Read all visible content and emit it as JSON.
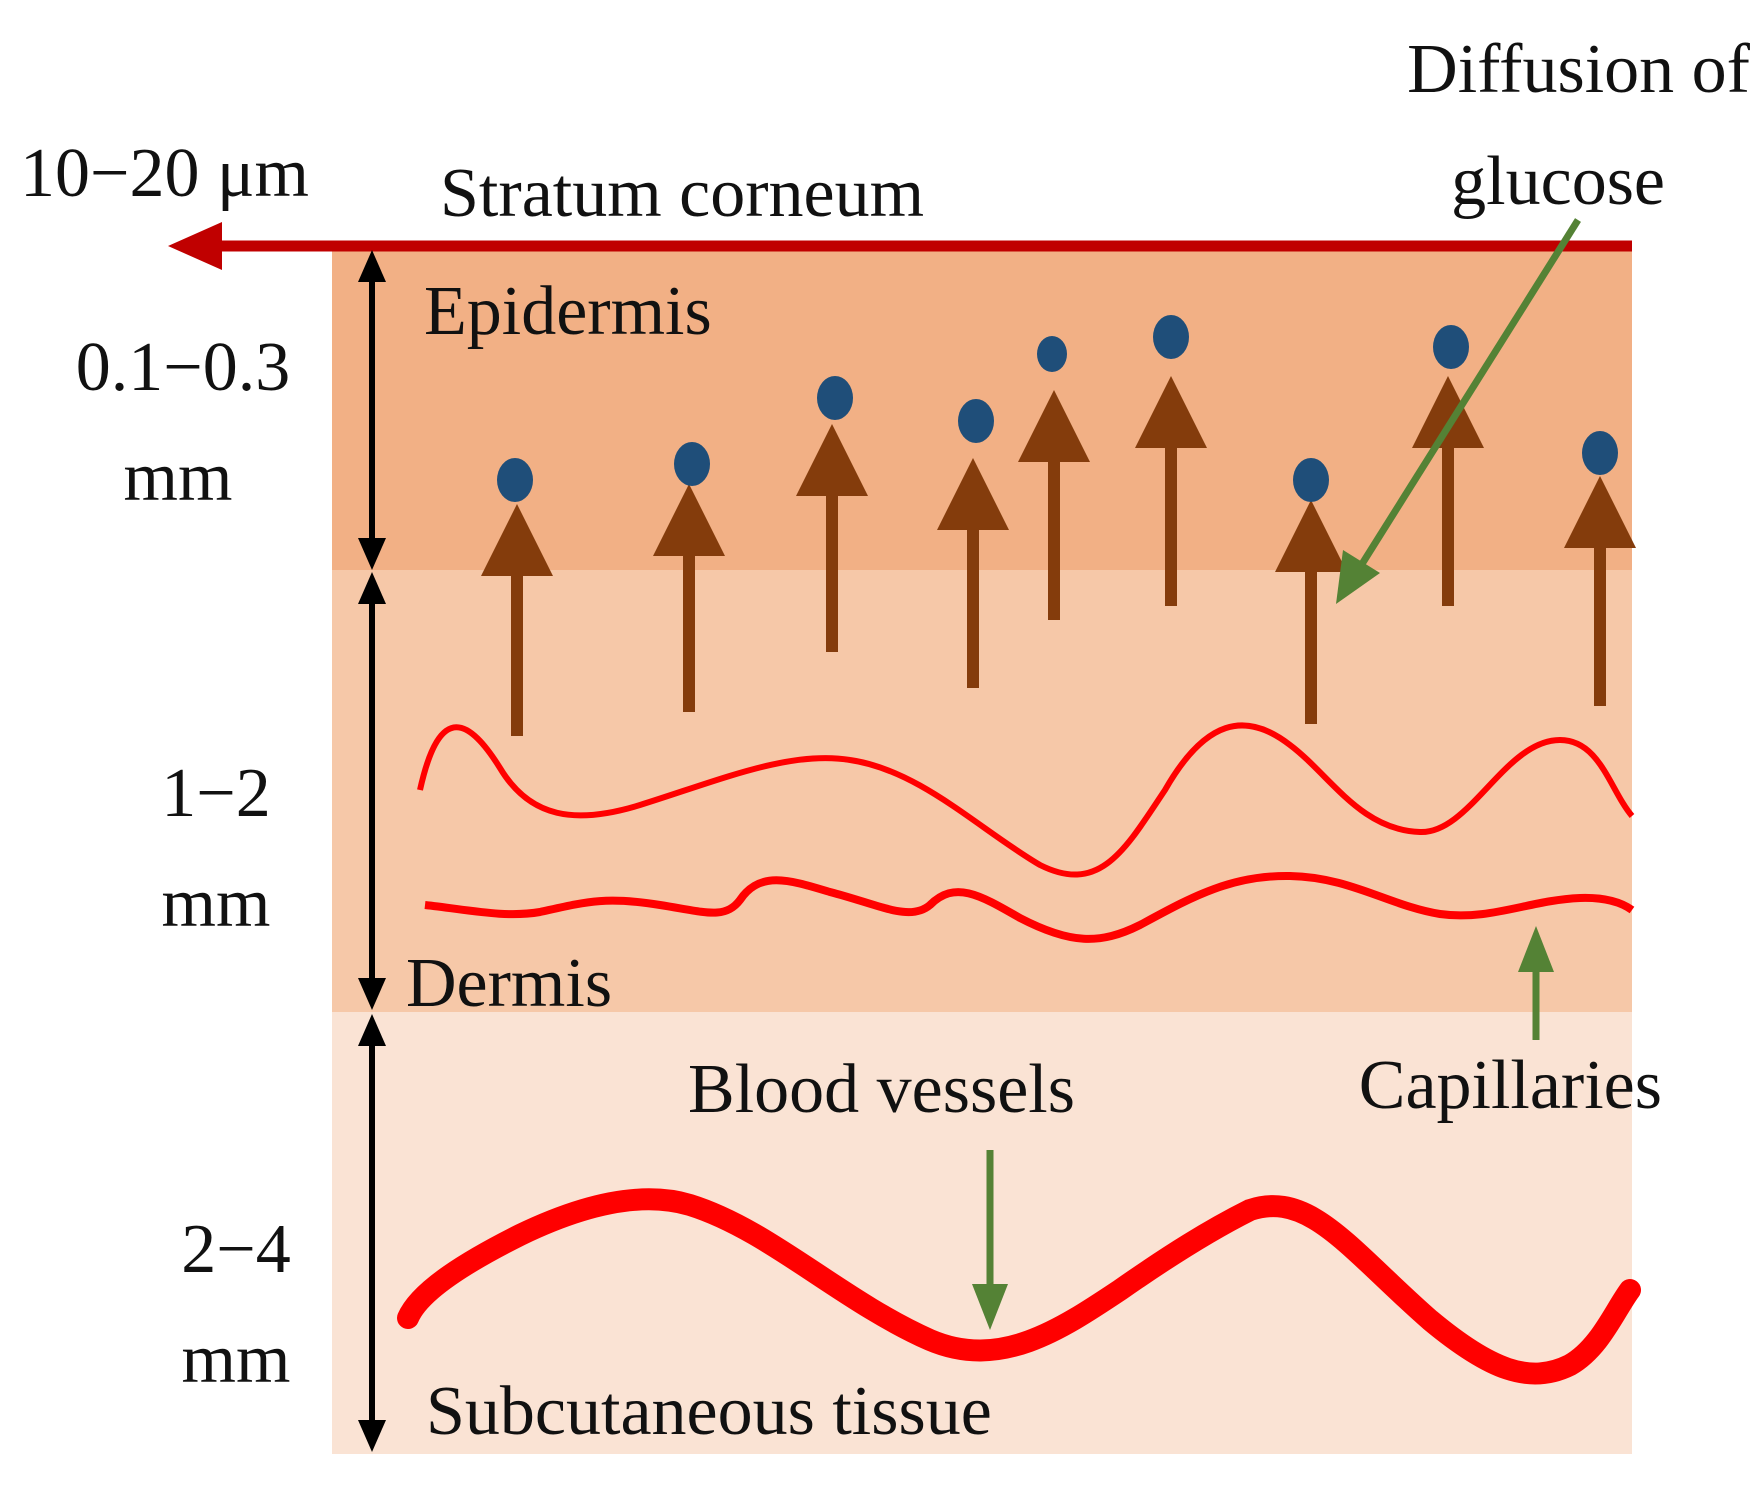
{
  "labels": {
    "stratum_thickness": "10−20 μm",
    "stratum_corneum": "Stratum corneum",
    "diffusion_line1": "Diffusion of",
    "diffusion_line2": "glucose",
    "epidermis": "Epidermis",
    "epidermis_depth_line1": "0.1−0.3",
    "epidermis_depth_line2": "mm",
    "dermis_depth_line1": "1−2",
    "dermis_depth_line2": "mm",
    "dermis": "Dermis",
    "blood_vessels": "Blood vessels",
    "capillaries": "Capillaries",
    "subcutaneous_depth_line1": "2−4",
    "subcutaneous_depth_line2": "mm",
    "subcutaneous_tissue": "Subcutaneous tissue"
  },
  "colors": {
    "epidermis": "#f2b085",
    "dermis": "#f6c8a8",
    "subcutaneous": "#fae3d4",
    "stratum_corneum": "#c00000",
    "vessel": "#ff0000",
    "glucose_arrow": "#843c0c",
    "glucose_dot": "#1f4e79",
    "pointer": "#548235",
    "depth_arrow": "#000000"
  }
}
